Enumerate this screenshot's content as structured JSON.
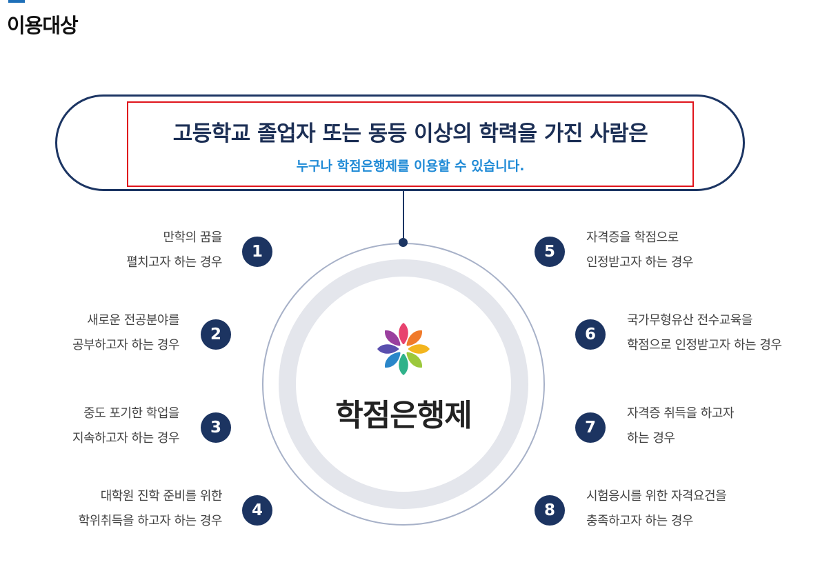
{
  "page": {
    "title": "이용대상"
  },
  "banner": {
    "headline": "고등학교 졸업자 또는 동등 이상의 학력을 가진 사람은",
    "subline": "누구나 학점은행제를 이용할 수 있습니다."
  },
  "center": {
    "logo_text": "학점은행제",
    "logo_icon": "flower-logo-icon"
  },
  "cases": [
    {
      "number": "1",
      "lines": [
        "만학의 꿈을",
        "펼치고자 하는 경우"
      ]
    },
    {
      "number": "2",
      "lines": [
        "새로운 전공분야를",
        "공부하고자 하는 경우"
      ]
    },
    {
      "number": "3",
      "lines": [
        "중도 포기한 학업을",
        "지속하고자 하는 경우"
      ]
    },
    {
      "number": "4",
      "lines": [
        "대학원 진학 준비를 위한",
        "학위취득을 하고자 하는 경우"
      ]
    },
    {
      "number": "5",
      "lines": [
        "자격증을 학점으로",
        "인정받고자 하는 경우"
      ]
    },
    {
      "number": "6",
      "lines": [
        "국가무형유산 전수교육을",
        "학점으로 인정받고자 하는 경우"
      ]
    },
    {
      "number": "7",
      "lines": [
        "자격증 취득을 하고자",
        "하는 경우"
      ]
    },
    {
      "number": "8",
      "lines": [
        "시험응시를 위한 자격요건을",
        "충족하고자 하는 경우"
      ]
    }
  ],
  "colors": {
    "navy": "#1c3461",
    "accent_blue": "#1f8ad6",
    "highlight_red": "#e0141c",
    "ring_gray": "#e4e6ec"
  }
}
